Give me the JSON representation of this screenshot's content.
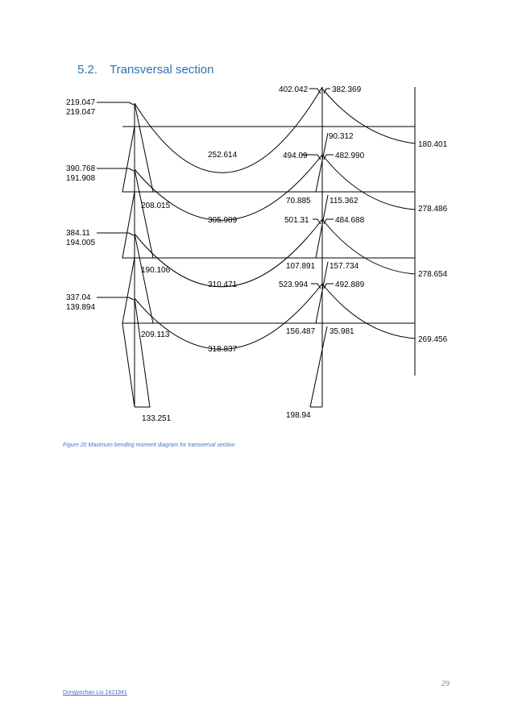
{
  "heading": {
    "number": "5.2.",
    "title": "Transversal section"
  },
  "figure": {
    "labels": {
      "roof_left_top": "219.047",
      "roof_left_bottom": "219.047",
      "roof_joint_left": "402.042",
      "roof_joint_right": "382.369",
      "roof_span": "252.614",
      "roof_mid_col": "90.312",
      "roof_right": "180.401",
      "f3_left_top": "390.768",
      "f3_left_bottom": "191.908",
      "f3_joint_left": "494.09",
      "f3_joint_right": "482.990",
      "f3_left_col": "208.015",
      "f3_span": "305.989",
      "f3_mid_col_left": "70.885",
      "f3_mid_col_right": "115.362",
      "f3_right": "278.486",
      "f2_left_top": "384.11",
      "f2_left_bottom": "194.005",
      "f2_joint_left": "501.31",
      "f2_joint_right": "484.688",
      "f2_left_col": "190.106",
      "f2_span": "310.471",
      "f2_mid_col_left": "107.891",
      "f2_mid_col_right": "157.734",
      "f2_right": "278.654",
      "f1_left_top": "337.04",
      "f1_left_bottom": "139.894",
      "f1_joint_left": "523.994",
      "f1_joint_right": "492.889",
      "f1_left_col": "209.113",
      "f1_span": "318.837",
      "f1_mid_col_left": "156.487",
      "f1_mid_col_right": "35.981",
      "f1_right": "269.456",
      "base_left": "133.251",
      "base_mid": "198.94"
    }
  },
  "caption": "Figure 20 Maximum bending moment diagram for transversal section",
  "page_number": "29",
  "footer": "Dongyezhan Liu 1421941"
}
